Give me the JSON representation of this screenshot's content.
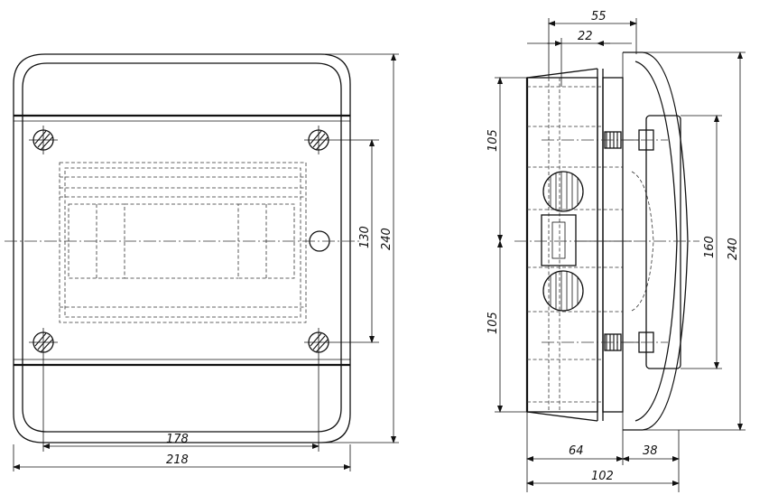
{
  "front_view": {
    "dims": {
      "width_inner": "178",
      "width_outer": "218",
      "height_mount": "130",
      "height_total": "240"
    }
  },
  "side_view": {
    "dims": {
      "depth_front": "55",
      "depth_inner": "22",
      "upper_half": "105",
      "lower_half": "105",
      "door_height": "160",
      "height_total": "240",
      "depth_body": "64",
      "depth_door": "38",
      "depth_total": "102"
    }
  }
}
